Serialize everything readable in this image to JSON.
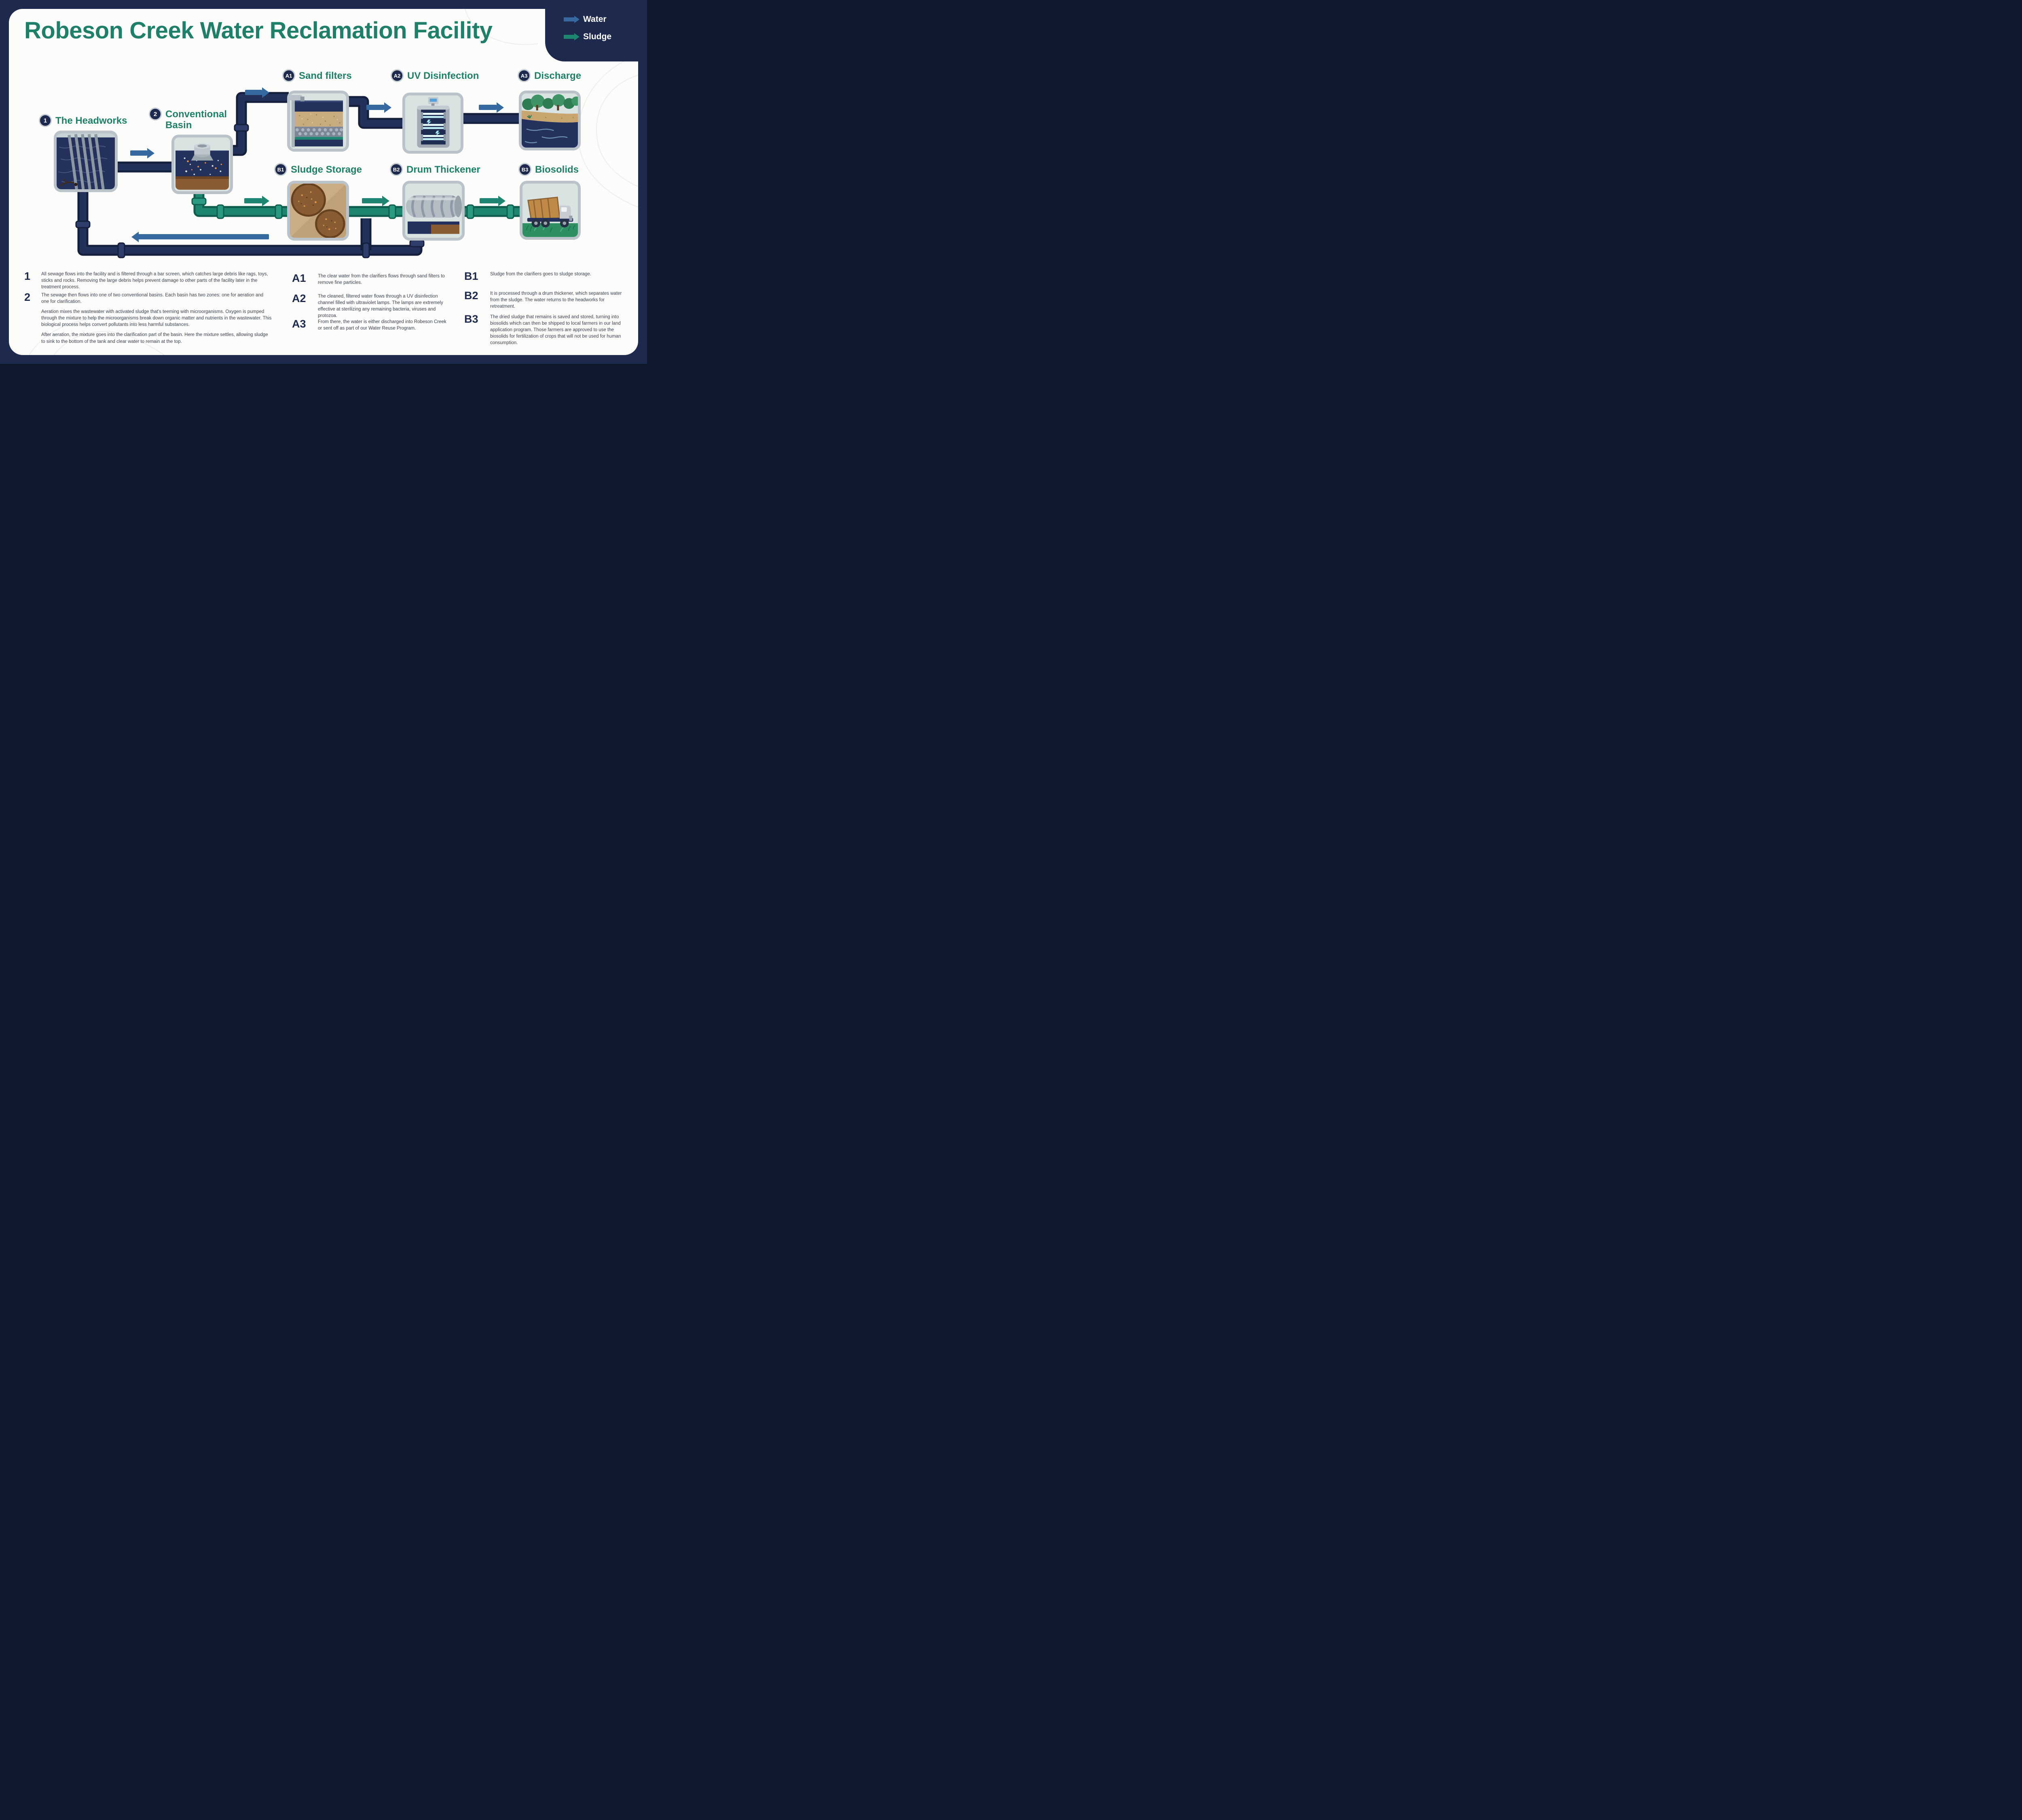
{
  "title": "Robeson Creek Water Reclamation Facility",
  "legend": {
    "items": [
      {
        "label": "Water",
        "color": "#35699f"
      },
      {
        "label": "Sludge",
        "color": "#1d8570"
      }
    ]
  },
  "colors": {
    "frame_navy": "#1d2a4e",
    "heading_teal": "#1e8068",
    "arrow_blue": "#35699f",
    "arrow_teal": "#1d8570",
    "pipe_navy": "#23315a",
    "pipe_navy_dark": "#141f3c",
    "pipe_teal": "#1d8570",
    "pipe_teal_dark": "#0f5f4e",
    "box_border": "#b9c3c9",
    "box_bg": "#d8e3e2",
    "ink": "#3b4250",
    "badge_ring": "#c3ccd1",
    "card_bg": "#fcfcfa"
  },
  "stations": [
    {
      "badge": "1",
      "label": "The Headworks"
    },
    {
      "badge": "2",
      "label": "Conventional Basin"
    },
    {
      "badge": "A1",
      "label": "Sand filters"
    },
    {
      "badge": "A2",
      "label": "UV Disinfection"
    },
    {
      "badge": "A3",
      "label": "Discharge"
    },
    {
      "badge": "B1",
      "label": "Sludge Storage"
    },
    {
      "badge": "B2",
      "label": "Drum Thickener"
    },
    {
      "badge": "B3",
      "label": "Biosolids"
    }
  ],
  "notes": {
    "main": [
      {
        "badge": "1",
        "paragraphs": [
          "All sewage flows into the facility and is filtered through a bar screen, which catches large debris like rags, toys, sticks and rocks. Removing the large debris helps prevent damage to other parts of the facility later in the treatment process."
        ]
      },
      {
        "badge": "2",
        "paragraphs": [
          "The sewage then flows into one of two conventional basins. Each basin has two zones: one for aeration and one for clarification.",
          "Aeration mixes the wastewater with activated sludge that's teeming with microorganisms. Oxygen is pumped through the mixture to help the microorganisms break down organic matter and nutrients in the wastewater. This biological process helps convert pollutants into less harmful substances.",
          "After aeration, the mixture goes into the clarification part of the basin. Here the mixture settles, allowing sludge to sink to the bottom of the tank and clear water to remain at the top."
        ]
      }
    ],
    "water": [
      {
        "badge": "A1",
        "text": "The clear water from the clarifiers flows through sand filters to remove fine particles."
      },
      {
        "badge": "A2",
        "text": "The cleaned, filtered water flows through a UV disinfection channel filled with ultraviolet lamps. The lamps are extremely effective at sterilizing any remaining bacteria, viruses and protozoa."
      },
      {
        "badge": "A3",
        "text": "From there, the water is either discharged into Robeson Creek or sent off as part of our Water Reuse Program."
      }
    ],
    "sludge": [
      {
        "badge": "B1",
        "text": "Sludge from the clarifiers goes to sludge storage."
      },
      {
        "badge": "B2",
        "text": "It is processed through a drum thickener, which separates water from the sludge. The water returns to the headworks for retreatment."
      },
      {
        "badge": "B3",
        "text": "The dried sludge that remains is saved and stored, turning into biosolids which can then be shipped to local farmers in our land application program. Those farmers are approved to use the biosolids for fertilization of crops that will not be used for human consumption."
      }
    ]
  }
}
